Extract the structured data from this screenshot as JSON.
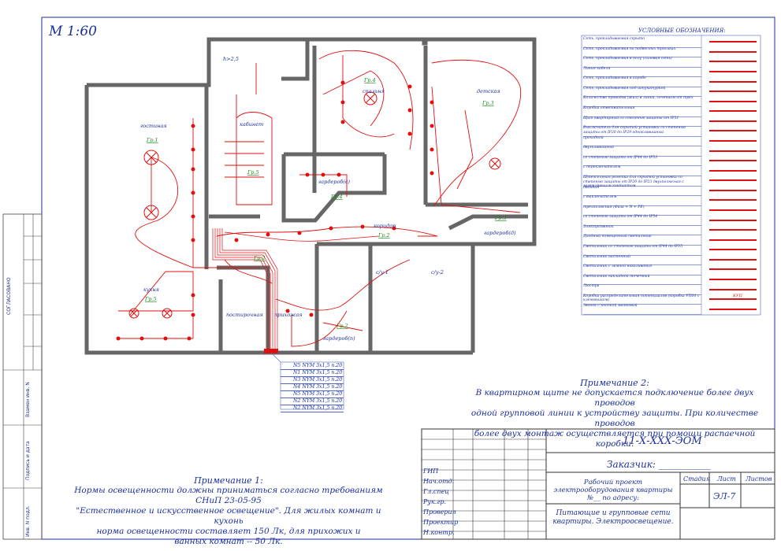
{
  "scale": "М 1:60",
  "rooms": {
    "h": "h>2,5",
    "living": "гостиная",
    "office": "кабинет",
    "bedroom": "спальня",
    "kids": "детская",
    "wardrobe_c": "гардероб(с)",
    "wardrobe_d": "гардероб(д)",
    "wardrobe_p": "гардероб(п)",
    "corridor": "коридор",
    "kitchen": "кухня",
    "pantry": "постирочная",
    "hall": "прихожая",
    "bath1": "с/у-1",
    "bath2": "с/у-2"
  },
  "groups": {
    "gr1": "Гр.1",
    "gr2_hall": "Гр.2",
    "gr2_corr": "Гр.2",
    "gr2_wp": "Гр.2",
    "gr3_kids": "Гр.3",
    "gr3_wd": "Гр.3",
    "gr4_bed": "Гр.4",
    "gr4_wc": "Гр.4",
    "gr5_office": "Гр.5",
    "gr5_kitchen": "Гр.5"
  },
  "cables": [
    "N5 NYM 3х1,5 n.20",
    "N1 NYM 3х1,5 n.20",
    "N3 NYM 3х1,5 n.20",
    "N4 NYM 3х1,5 n.20",
    "N5 NYM 3х1,5 n.20",
    "N2 NYM 3х1,5 n.20",
    "N2 NYM 3х1,5 n.20"
  ],
  "legend": {
    "title": "УСЛОВНЫЕ ОБОЗНАЧЕНИЯ:",
    "rows": [
      "Сеть, прокладываемая скрыто",
      "Сеть, прокладываемая на подвесных тросиках",
      "Сеть, прокладываемая в полу (силовая сеть)",
      "Линия кабеля",
      "Сеть, прокладываемая в коробе",
      "Сеть, прокладываемая под штукатуркой",
      "Количество проводов (жил) в линии, сечением от трех",
      "Коробка ответвительная",
      "Щит квартирный со степенью защиты от IP31",
      "Выключатель для скрытой установки со степенью защиты от IP20 до IP29 одноклавишный",
      "проходной",
      "двухклавишный",
      "со степенью защиты от IP44 до IP53",
      "с переключателем",
      "Штепсельная розетка для скрытой установки со степенью защиты от IP20 до IP23 двухполюсная с заземляющим контактом",
      "двойная",
      "с выключателем",
      "трехполюсная (Фаза + N + PE)",
      "со степенью защиты от IP44 до IP54",
      "Электрозвонок",
      "Диодный помещенный светильник",
      "Светильник со степенью защиты от IP44 до IP55",
      "Светильник настенный",
      "Светильник с лампой накаливания",
      "Светильник накладной точечный",
      "Люстра",
      "Коробка распределительная потенциалов (коробка УП00 с клеммником)",
      "Звонок с кнопкой звонковой"
    ],
    "kup_label": "КУП"
  },
  "note1": {
    "heading": "Примечание 1:",
    "lines": [
      "Нормы освещенности должны приниматься согласно требованиям СНиП 23-05-95",
      "\"Естественное и искусственное освещение\". Для жилых комнат и кухонь",
      "норма освещенности составляет 150 Лк, для прихожих и",
      "ванных комнат -- 50 Лк."
    ]
  },
  "note2": {
    "heading": "Примечание 2:",
    "lines": [
      "В квартирном щите не допускается подключение более двух проводов",
      "одной групповой линии к устройству защиты. При количестве проводов",
      "более двух монтаж осуществляется при помощи распаечной коробки."
    ]
  },
  "title_block": {
    "code": "11-Х-ХХХ-ЭОМ",
    "customer": "Заказчик: ___________",
    "project": "Рабочий проект электрооборудования квартиры №__ по адресу:",
    "sheet_title": "Питающие и групповые сети квартиры. Электроосвещение.",
    "stage": "Стадия",
    "sheet": "Лист",
    "sheets": "Листов",
    "sheet_no": "ЭЛ-7",
    "roles": [
      "ГИП",
      "Нач.отд.",
      "Гл.спец",
      "Рук.гр.",
      "Проверил",
      "Проектир",
      "Н.контр."
    ]
  },
  "side_stamps": [
    "СОГЛАСОВАНО",
    "Взамен инв. N",
    "Подпись и дата",
    "Инв. N подл."
  ]
}
